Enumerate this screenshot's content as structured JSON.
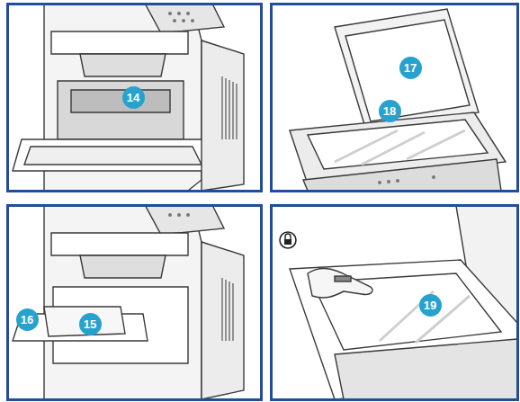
{
  "diagram": {
    "labels": [
      "14",
      "17",
      "18",
      "16",
      "15",
      "19"
    ]
  }
}
